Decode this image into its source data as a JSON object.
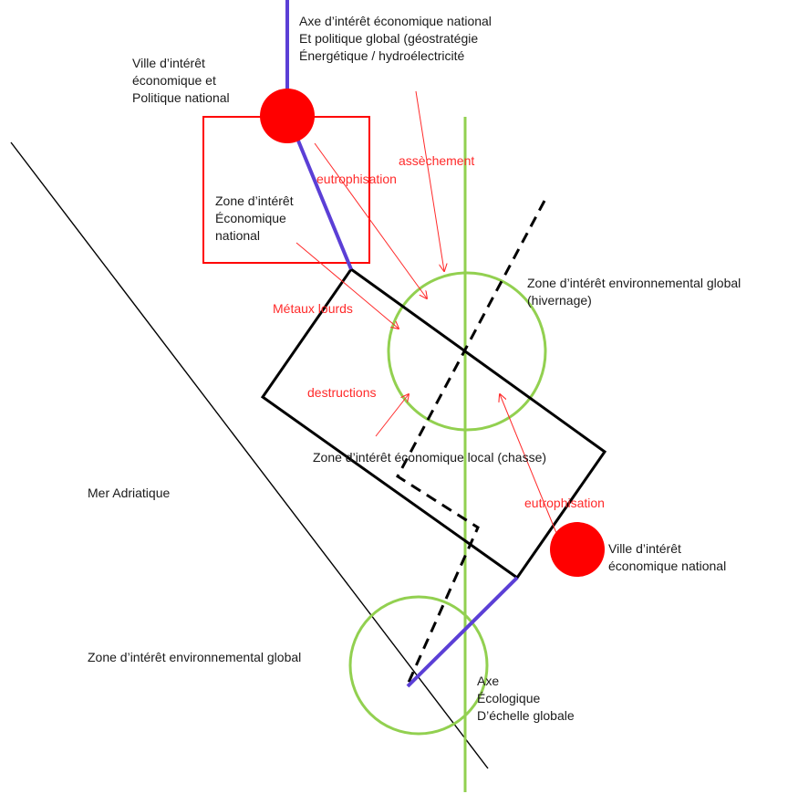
{
  "colors": {
    "black": "#000000",
    "red": "#ff0000",
    "annotation_red": "#ff2a2a",
    "green": "#92d050",
    "purple": "#5b3fd6",
    "text": "#1a1a1a"
  },
  "labels": {
    "axis_national": "Axe d’intérêt économique national\nEt politique global (géostratégie\nÉnergétique / hydroélectricité",
    "city_top": "Ville d’intérêt\néconomique et\nPolitique national",
    "zone_economic_national": "Zone d’intérêt\nÉconomique\nnational",
    "zone_env_global_top": "Zone d’intérêt environnemental global\n(hivernage)",
    "zone_economic_local": "Zone d’intérêt économique local (chasse)",
    "sea": "Mer Adriatique",
    "city_right": "Ville d’intérêt\néconomique national",
    "zone_env_global_bottom": "Zone d’intérêt environnemental global",
    "axis_ecological": "Axe\nÉcologique\nD’échelle globale"
  },
  "annotations": {
    "assechement": "assèchement",
    "eutrophisation_top": "eutrophisation",
    "metaux_lourds": "Métaux lourds",
    "destructions": "destructions",
    "eutrophisation_bottom": "eutrophisation"
  }
}
